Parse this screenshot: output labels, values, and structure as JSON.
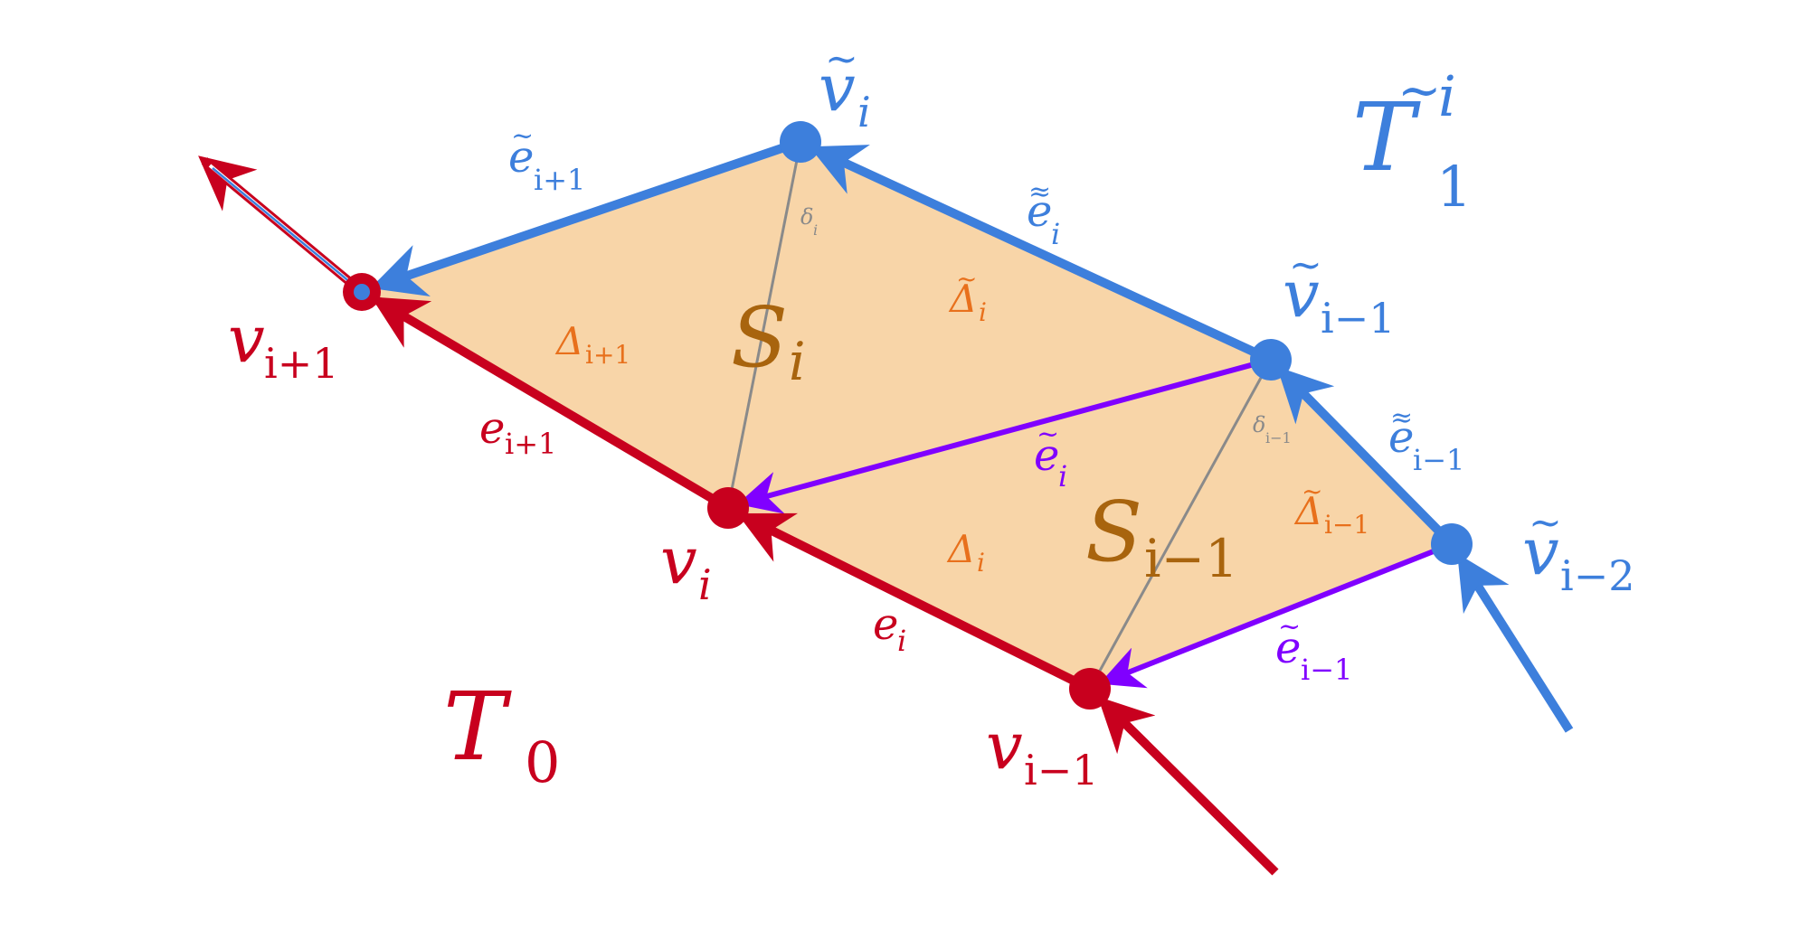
{
  "colors": {
    "red": "#c8001e",
    "blue": "#3d7fdc",
    "purple": "#8000ff",
    "fill": "#f8d5a8",
    "orange": "#e8701c",
    "brown": "#a8640e",
    "gray": "#8a8a8a"
  },
  "labels": {
    "T1": {
      "base": "T",
      "tilde": "~",
      "sup": "i",
      "sub": "1"
    },
    "T0": {
      "base": "T",
      "sub": "0"
    },
    "v_ip1": {
      "base": "v",
      "sub": "i+1"
    },
    "v_i": {
      "base": "v",
      "sub": "i"
    },
    "v_im1": {
      "base": "v",
      "sub": "i−1"
    },
    "vt_i": {
      "base": "v",
      "tilde": "~",
      "sub": "i"
    },
    "vt_im1": {
      "base": "v",
      "tilde": "~",
      "sub": "i−1"
    },
    "vt_im2": {
      "base": "v",
      "tilde": "~",
      "sub": "i−2"
    },
    "e_ip1": {
      "base": "e",
      "sub": "i+1"
    },
    "e_i": {
      "base": "e",
      "sub": "i"
    },
    "et_ip1": {
      "base": "e",
      "tilde": "~",
      "sub": "i+1"
    },
    "ett_i": {
      "base": "e",
      "tilde": "≈",
      "sub": "i"
    },
    "ett_im1": {
      "base": "e",
      "tilde": "≈",
      "sub": "i−1"
    },
    "et_i": {
      "base": "e",
      "tilde": "~",
      "sub": "i"
    },
    "et_im1": {
      "base": "e",
      "tilde": "~",
      "sub": "i−1"
    },
    "D_ip1": {
      "base": "Δ",
      "sub": "i+1"
    },
    "D_i": {
      "base": "Δ",
      "sub": "i"
    },
    "Dt_i": {
      "base": "Δ",
      "tilde": "~",
      "sub": "i"
    },
    "Dt_im1": {
      "base": "Δ",
      "tilde": "~",
      "sub": "i−1"
    },
    "S_i": {
      "base": "S",
      "sub": "i"
    },
    "S_im1": {
      "base": "S",
      "sub": "i−1"
    },
    "d_i": {
      "base": "δ",
      "sub": "i"
    },
    "d_im1": {
      "base": "δ",
      "sub": "i−1"
    }
  }
}
